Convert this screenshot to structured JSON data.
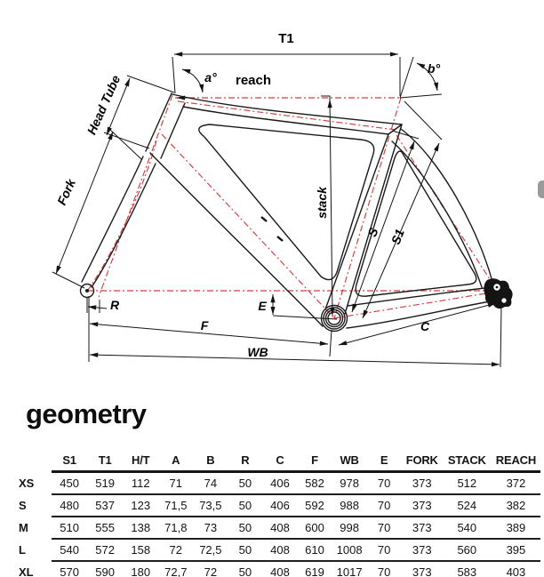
{
  "diagram": {
    "labels": {
      "t1": "T1",
      "reach": "reach",
      "angle_a": "a°",
      "angle_b": "b°",
      "head_tube": "Head Tube",
      "fork": "Fork",
      "stack": "stack",
      "s": "S",
      "s1": "S1",
      "r": "R",
      "e": "E",
      "f": "F",
      "wb": "WB",
      "c": "C"
    },
    "colors": {
      "frame_line": "#1a1a1a",
      "centerline_red": "#d63c3c",
      "label_text": "#000000"
    }
  },
  "section_title": "geometry",
  "table": {
    "headers": [
      "S1",
      "T1",
      "H/T",
      "A",
      "B",
      "R",
      "C",
      "F",
      "WB",
      "E",
      "FORK",
      "STACK",
      "REACH"
    ],
    "rows": [
      {
        "size": "XS",
        "values": [
          "450",
          "519",
          "112",
          "71",
          "74",
          "50",
          "406",
          "582",
          "978",
          "70",
          "373",
          "512",
          "372"
        ]
      },
      {
        "size": "S",
        "values": [
          "480",
          "537",
          "123",
          "71,5",
          "73,5",
          "50",
          "406",
          "592",
          "988",
          "70",
          "373",
          "524",
          "382"
        ]
      },
      {
        "size": "M",
        "values": [
          "510",
          "555",
          "138",
          "71,8",
          "73",
          "50",
          "408",
          "600",
          "998",
          "70",
          "373",
          "540",
          "389"
        ]
      },
      {
        "size": "L",
        "values": [
          "540",
          "572",
          "158",
          "72",
          "72,5",
          "50",
          "408",
          "610",
          "1008",
          "70",
          "373",
          "560",
          "395"
        ]
      },
      {
        "size": "XL",
        "values": [
          "570",
          "590",
          "180",
          "72,7",
          "72",
          "50",
          "408",
          "619",
          "1017",
          "70",
          "373",
          "583",
          "403"
        ]
      }
    ]
  },
  "scrollbar": {
    "color": "#9a9a9a"
  }
}
